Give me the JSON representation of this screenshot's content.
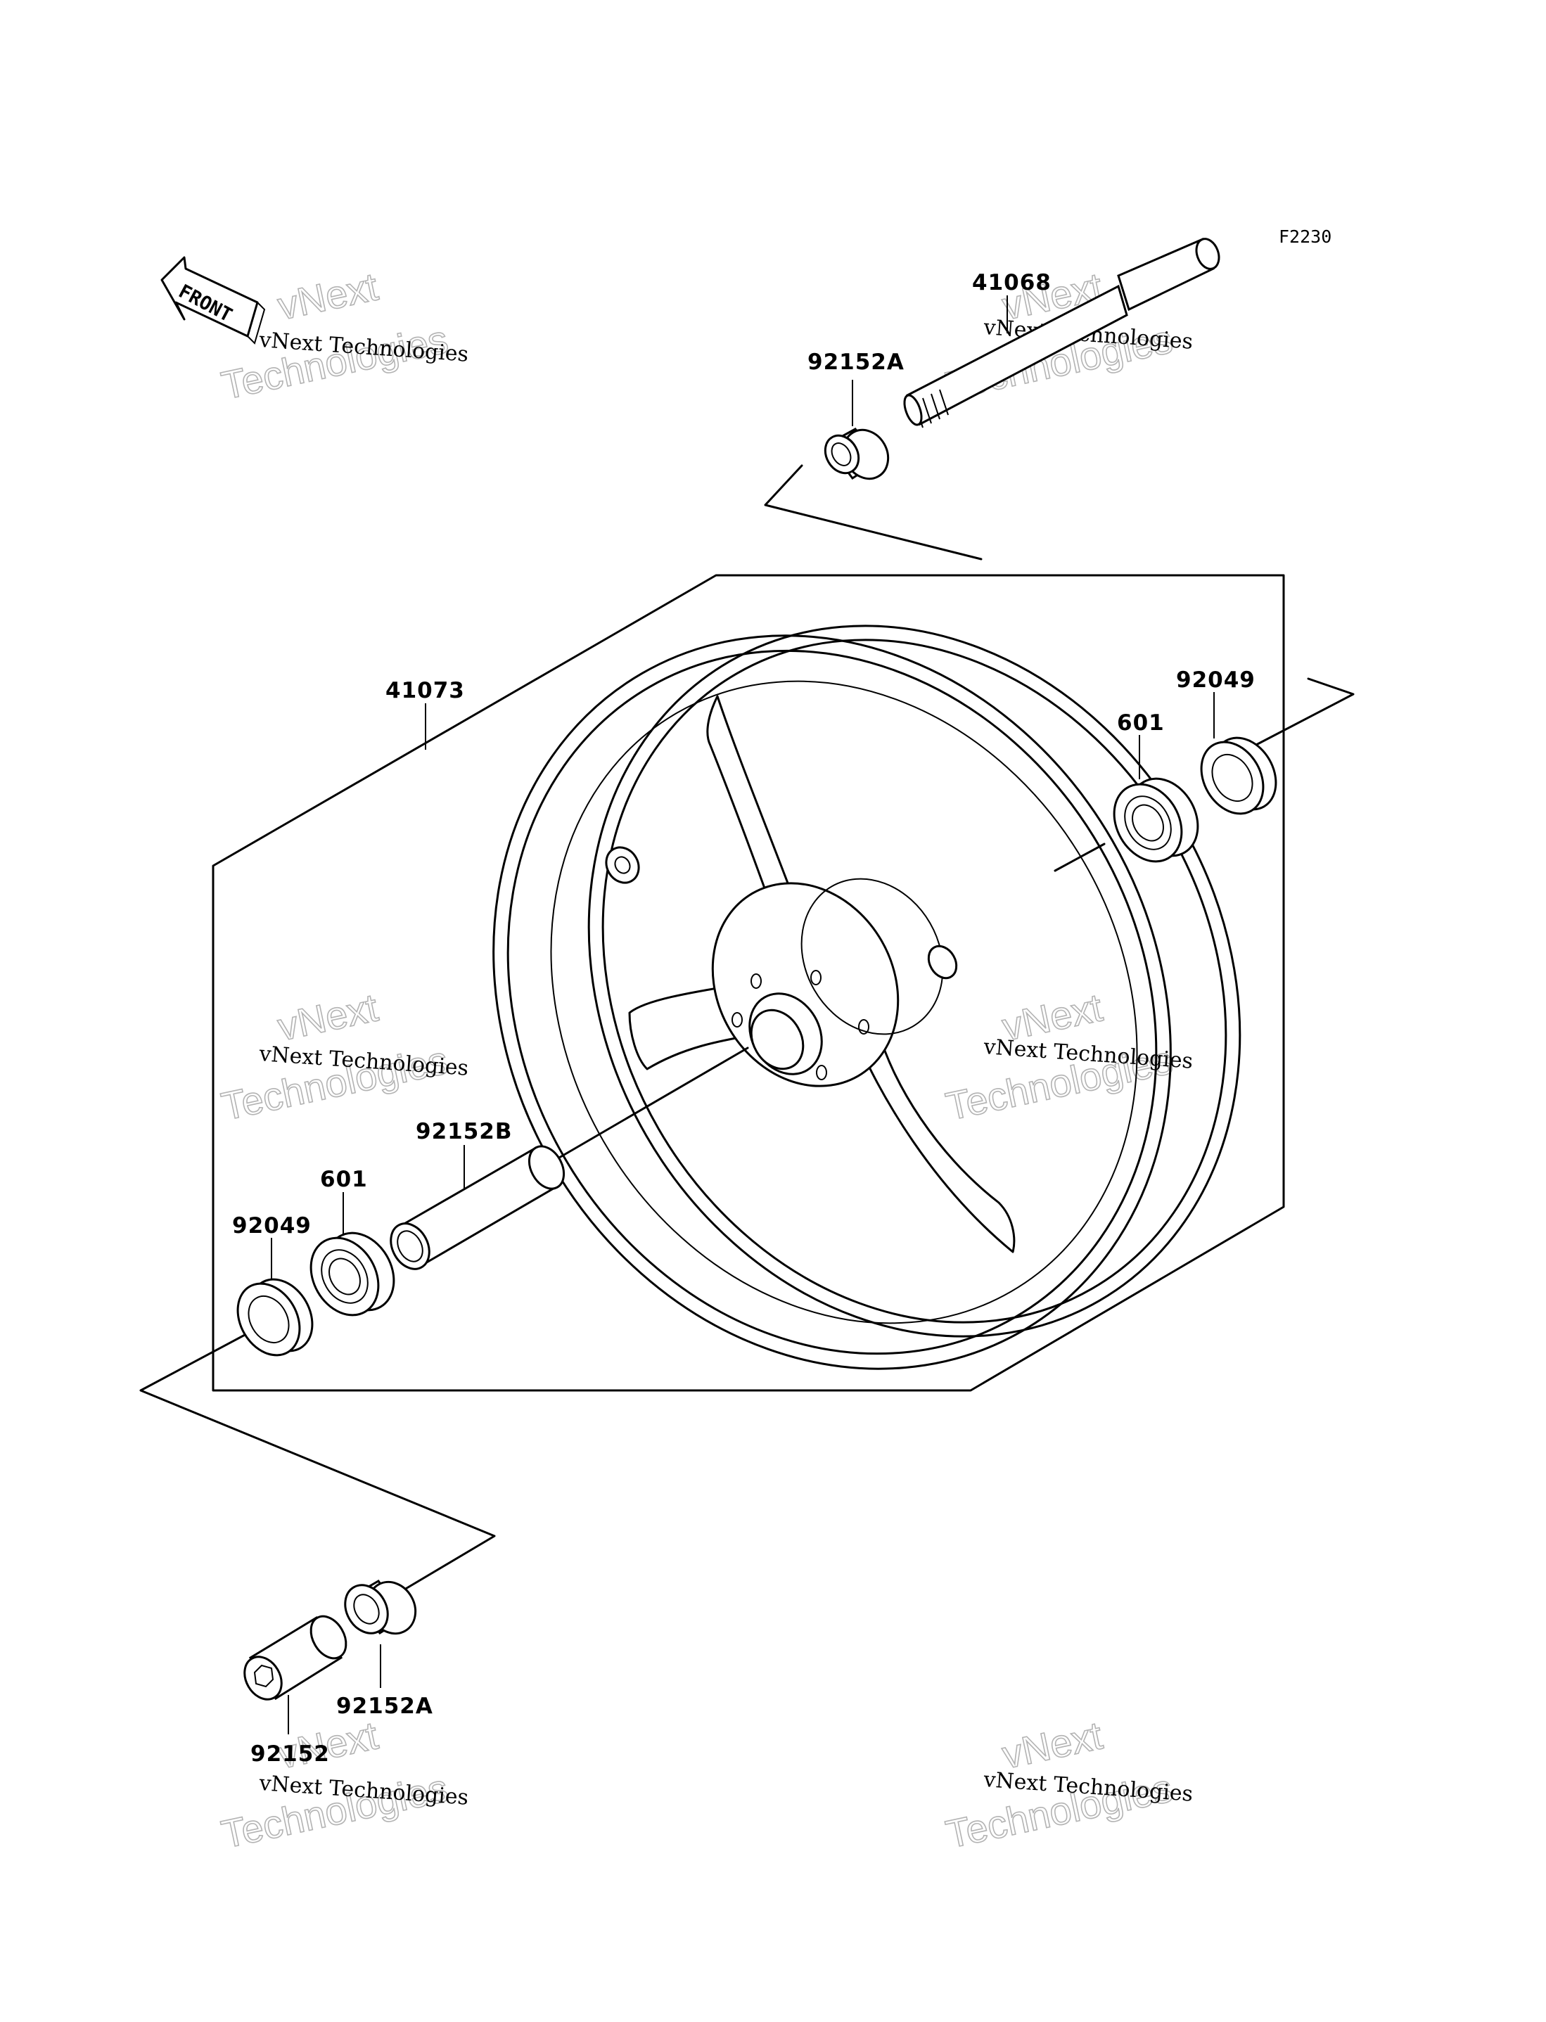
{
  "figure_code": "F2230",
  "direction_label": "FRONT",
  "watermark": {
    "company": "vNext Technologies",
    "brand_line1": "vNext",
    "brand_line2": "Technologies"
  },
  "labels": {
    "axle": "41068",
    "collar_top": "92152A",
    "wheel": "41073",
    "seal_right": "92049",
    "bearing_right": "601",
    "collar_center": "92152B",
    "bearing_left": "601",
    "seal_left": "92049",
    "collar_bottom": "92152A",
    "collar_nut": "92152"
  }
}
